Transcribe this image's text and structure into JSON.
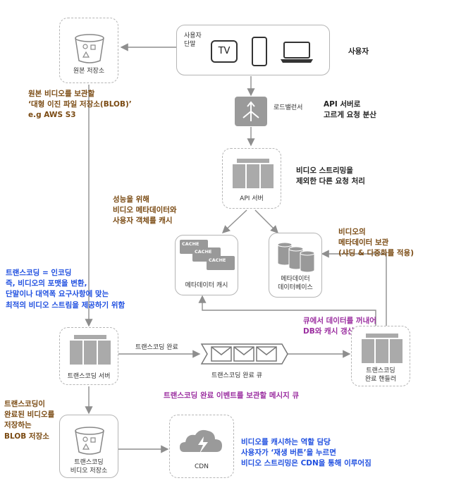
{
  "nodes": {
    "origin_storage": "원본 저장소",
    "user_device": "사용자\n단말",
    "tv": "TV",
    "load_balancer": "로드밸런서",
    "api_server": "API 서버",
    "metadata_cache": "메타데이터 캐시",
    "metadata_db": "메타데이터\n데이터베이스",
    "cache_label": "CACHE",
    "transcoding_server": "트랜스코딩 서버",
    "completion_queue": "트랜스코딩 완료 큐",
    "completion_handler": "트랜스코딩\n완료 핸들러",
    "transcoded_storage": "트랜스코딩\n비디오 저장소",
    "cdn": "CDN"
  },
  "edges": {
    "transcoding_done": "트랜스코딩 완료"
  },
  "notes": {
    "users": "사용자",
    "lb": "API 서버로\n고르게 요청 분산",
    "api": "비디오 스트리밍을\n제외한 다른 요청 처리",
    "origin": "원본 비디오를 보관할\n‘대형 이진 파일 저장소(BLOB)’\ne.g AWS S3",
    "cache": "성능을 위해\n비디오 메타데이터와\n사용자 객체를 캐시",
    "db": "비디오의\n메타데이터 보관\n(샤딩 & 다중화를 적용)",
    "transcode": "트랜스코딩 = 인코딩\n즉, 비디오의 포맷을 변환,\n단말이나 대역폭 요구사항에 맞는\n최적의 비디오 스트림을 제공하기 위함",
    "handler": "큐에서 데이터를 꺼내어\nDB와 캐시 갱신",
    "queue": "트랜스코딩 완료 이벤트를 보관할 메시지 큐",
    "transcoded": "트랜스코딩이\n완료된 비디오를\n저장하는\nBLOB 저장소",
    "cdn": "비디오를 캐시하는 역할 담당\n사용자가 ‘재생 버튼’을 누르면\n비디오 스트리밍은 CDN을 통해 이루어짐"
  },
  "colors": {
    "brown": "#7a4a12",
    "blue": "#1f4fe0",
    "purple": "#9b2ea0",
    "gray": "#8e8e8e"
  }
}
